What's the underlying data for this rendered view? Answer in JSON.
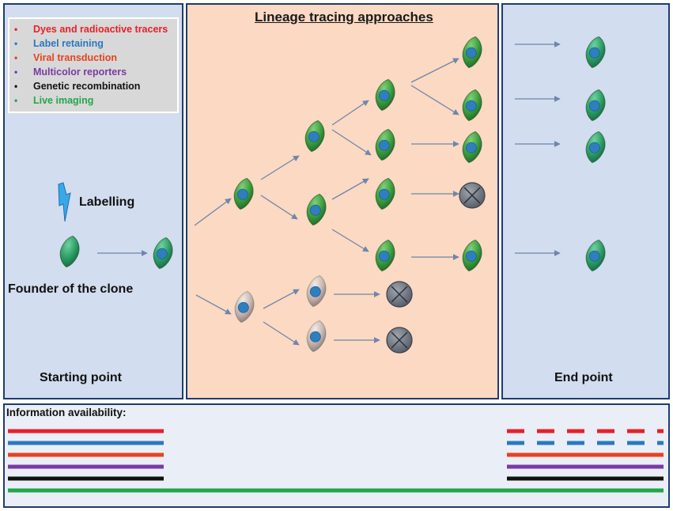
{
  "title": "Lineage tracing approaches",
  "legend": [
    {
      "label": "Dyes and radioactive tracers",
      "color": "#e8202a"
    },
    {
      "label": "Label retaining",
      "color": "#2a78c0"
    },
    {
      "label": "Viral transduction",
      "color": "#e8421e"
    },
    {
      "label": "Multicolor reporters",
      "color": "#7a3aa4"
    },
    {
      "label": "Genetic recombination",
      "color": "#111111"
    },
    {
      "label": "Live imaging",
      "color": "#22a64a"
    }
  ],
  "labels": {
    "labelling": "Labelling",
    "founder": "Founder of the clone",
    "starting_point": "Starting point",
    "end_point": "End point",
    "information_availability": "Information availability:"
  },
  "availability": [
    {
      "method": "Dyes and radioactive tracers",
      "color": "#e8202a",
      "end_point": "dashed"
    },
    {
      "method": "Label retaining",
      "color": "#2a78c0",
      "end_point": "dashed"
    },
    {
      "method": "Viral transduction",
      "color": "#e8421e",
      "end_point": "solid"
    },
    {
      "method": "Multicolor reporters",
      "color": "#7a3aa4",
      "end_point": "solid"
    },
    {
      "method": "Genetic recombination",
      "color": "#111111",
      "end_point": "solid"
    },
    {
      "method": "Live imaging",
      "color": "#22a64a",
      "end_point": "continuous"
    }
  ],
  "colors": {
    "panel_side": "#d2ddef",
    "panel_middle": "#fbd9c2",
    "panel_border": "#1f3c6e",
    "arrow": "#6e86ab",
    "cell_labelled": "#2fa05a",
    "cell_unlabelled": "#c8b4b0",
    "nucleus": "#2f7fbf",
    "dead_cell": "#6d7480"
  }
}
